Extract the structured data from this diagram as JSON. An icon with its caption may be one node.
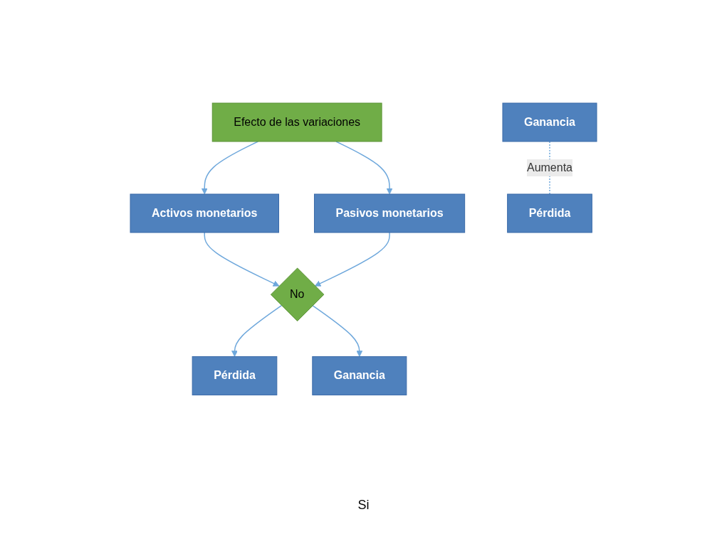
{
  "diagram": {
    "nodes": [
      {
        "text": [
          "Efecto de las variaciones"
        ]
      },
      {
        "text": [
          "Activos monetarios"
        ]
      },
      {
        "text": [
          "Pasivos monetarios"
        ]
      },
      {
        "text": [
          "No"
        ]
      },
      {
        "text": [
          "Ganancia"
        ]
      },
      {
        "text": [
          "Pérdida"
        ]
      },
      {
        "text": [
          "Pérdida"
        ]
      },
      {
        "text": [
          "Ganancia"
        ]
      }
    ],
    "edges": [
      {
        "from": 0,
        "to": 1,
        "arrow": "to"
      },
      {
        "from": 0,
        "to": 2,
        "arrow": "to"
      },
      {
        "from": 1,
        "to": 3,
        "arrow": "to"
      },
      {
        "from": 2,
        "to": 3,
        "arrow": "to"
      },
      {
        "from": 4,
        "to": 5,
        "arrow": "none",
        "style": "dashed",
        "label": "Aumenta"
      },
      {
        "from": 3,
        "to": 6,
        "arrow": "to"
      },
      {
        "from": 3,
        "to": 7,
        "arrow": "to"
      }
    ],
    "labels": [
      "Si"
    ]
  }
}
